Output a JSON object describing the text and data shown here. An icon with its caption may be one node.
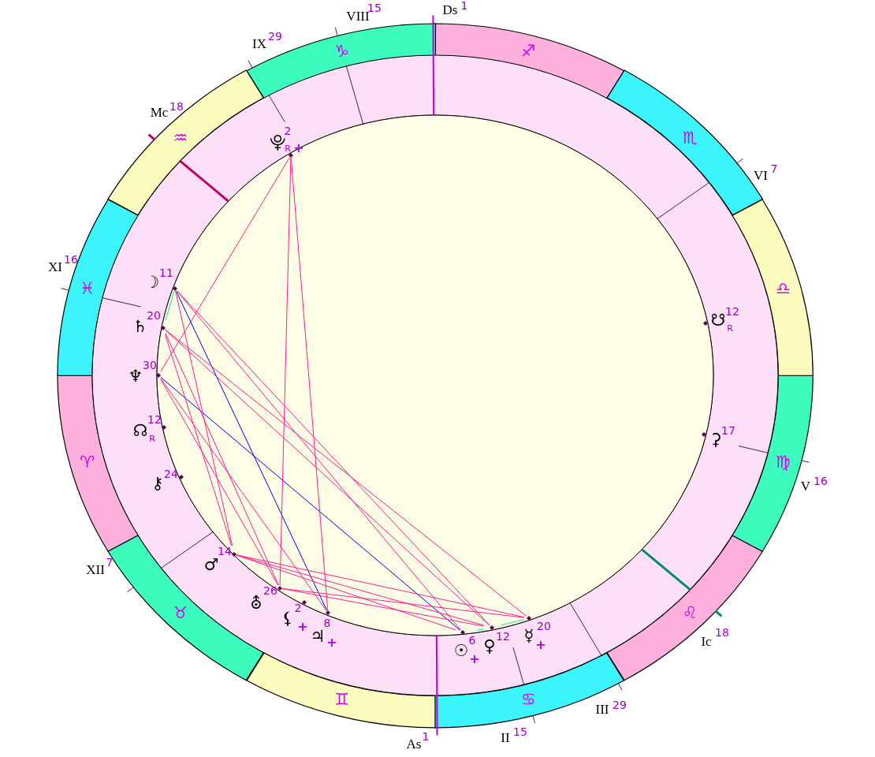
{
  "diagram": {
    "nodes": [
      {
        "text": [
          "♈"
        ]
      },
      {
        "text": [
          "♉"
        ]
      },
      {
        "text": [
          "♊"
        ]
      },
      {
        "text": [
          "♋"
        ]
      },
      {
        "text": [
          "♌"
        ]
      },
      {
        "text": [
          "♍"
        ]
      },
      {
        "text": [
          "♎"
        ]
      },
      {
        "text": [
          "♏"
        ]
      },
      {
        "text": [
          "♐"
        ]
      },
      {
        "text": [
          "♑"
        ]
      },
      {
        "text": [
          "♒"
        ]
      },
      {
        "text": [
          "♓"
        ]
      },
      {
        "text": [
          "⯓",
          "2",
          "R",
          "+"
        ]
      },
      {
        "text": [
          "☽",
          "11"
        ]
      },
      {
        "text": [
          "♄",
          "20"
        ]
      },
      {
        "text": [
          "♆",
          "30"
        ]
      },
      {
        "text": [
          "☊",
          "12",
          "R"
        ]
      },
      {
        "text": [
          "⚷",
          "24"
        ]
      },
      {
        "text": [
          "♂",
          "14"
        ]
      },
      {
        "text": [
          "⛢",
          "26"
        ]
      },
      {
        "text": [
          "⚸",
          "2",
          "+"
        ]
      },
      {
        "text": [
          "♃",
          "8",
          "+"
        ]
      },
      {
        "text": [
          "☉",
          "6",
          "+"
        ]
      },
      {
        "text": [
          "♀",
          "12"
        ]
      },
      {
        "text": [
          "☿",
          "20",
          "+"
        ]
      },
      {
        "text": [
          "☋",
          "12",
          "R"
        ]
      },
      {
        "text": [
          "⚳",
          "17"
        ]
      }
    ],
    "edges": [
      {
        "from": 13,
        "to": 14,
        "arrow": "none",
        "color": "#22dd99"
      },
      {
        "from": 22,
        "to": 23,
        "arrow": "none",
        "color": "#22dd99"
      },
      {
        "from": 23,
        "to": 24,
        "arrow": "none",
        "color": "#22dd99"
      },
      {
        "from": 13,
        "to": 21,
        "arrow": "none",
        "color": "#0000ee"
      },
      {
        "from": 15,
        "to": 22,
        "arrow": "none",
        "color": "#0000ee"
      },
      {
        "from": 12,
        "to": 15,
        "arrow": "none"
      },
      {
        "from": 12,
        "to": 19,
        "arrow": "none"
      },
      {
        "from": 12,
        "to": 21,
        "arrow": "none"
      },
      {
        "from": 13,
        "to": 18,
        "arrow": "none"
      },
      {
        "from": 13,
        "to": 22,
        "arrow": "none"
      },
      {
        "from": 13,
        "to": 23,
        "arrow": "none"
      },
      {
        "from": 14,
        "to": 18,
        "arrow": "none"
      },
      {
        "from": 14,
        "to": 19,
        "arrow": "none"
      },
      {
        "from": 14,
        "to": 23,
        "arrow": "none"
      },
      {
        "from": 14,
        "to": 24,
        "arrow": "none"
      },
      {
        "from": 15,
        "to": 19,
        "arrow": "none"
      },
      {
        "from": 15,
        "to": 21,
        "arrow": "none"
      },
      {
        "from": 18,
        "to": 22,
        "arrow": "none"
      },
      {
        "from": 18,
        "to": 23,
        "arrow": "none"
      },
      {
        "from": 18,
        "to": 24,
        "arrow": "none"
      },
      {
        "from": 19,
        "to": 23,
        "arrow": "none"
      },
      {
        "from": 19,
        "to": 24,
        "arrow": "none"
      }
    ],
    "labels": [
      "Ds",
      "1",
      "VIII",
      "15",
      "IX",
      "29",
      "Mc",
      "18",
      "VI",
      "7",
      "XI",
      "16",
      "V",
      "16",
      "XII",
      "7",
      "Ic",
      "18",
      "III",
      "29",
      "II",
      "15",
      "As",
      "1"
    ]
  }
}
